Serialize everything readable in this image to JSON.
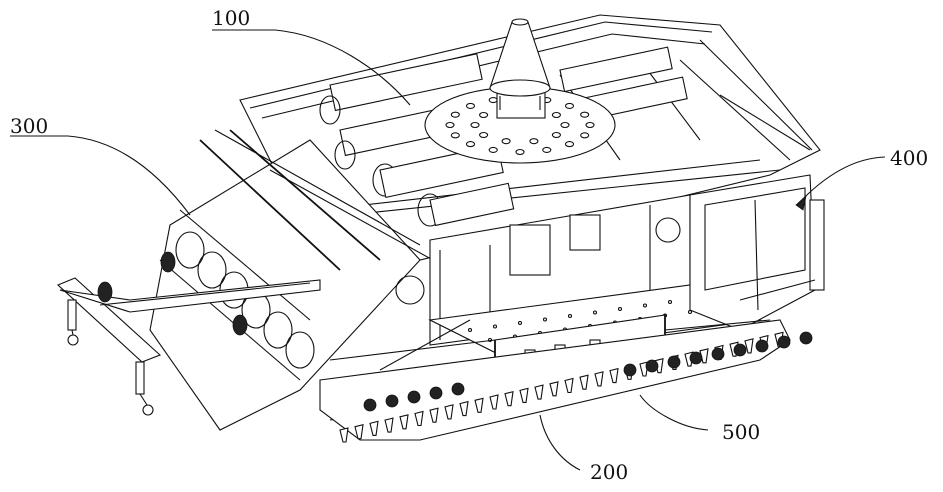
{
  "figure": {
    "type": "patent-mechanical-drawing",
    "subject": "tracked machine with rotary top platform, angled front assembly and rear frame box",
    "line_color": "#111111",
    "background_color": "#ffffff"
  },
  "reference_labels": [
    {
      "id": "100",
      "text": "100",
      "points_to": "rotary top platform with cone"
    },
    {
      "id": "300",
      "text": "300",
      "points_to": "front inclined roller assembly"
    },
    {
      "id": "400",
      "text": "400",
      "points_to": "rear frame box"
    },
    {
      "id": "500",
      "text": "500",
      "points_to": "track support frame"
    },
    {
      "id": "200",
      "text": "200",
      "points_to": "crawler track"
    }
  ]
}
